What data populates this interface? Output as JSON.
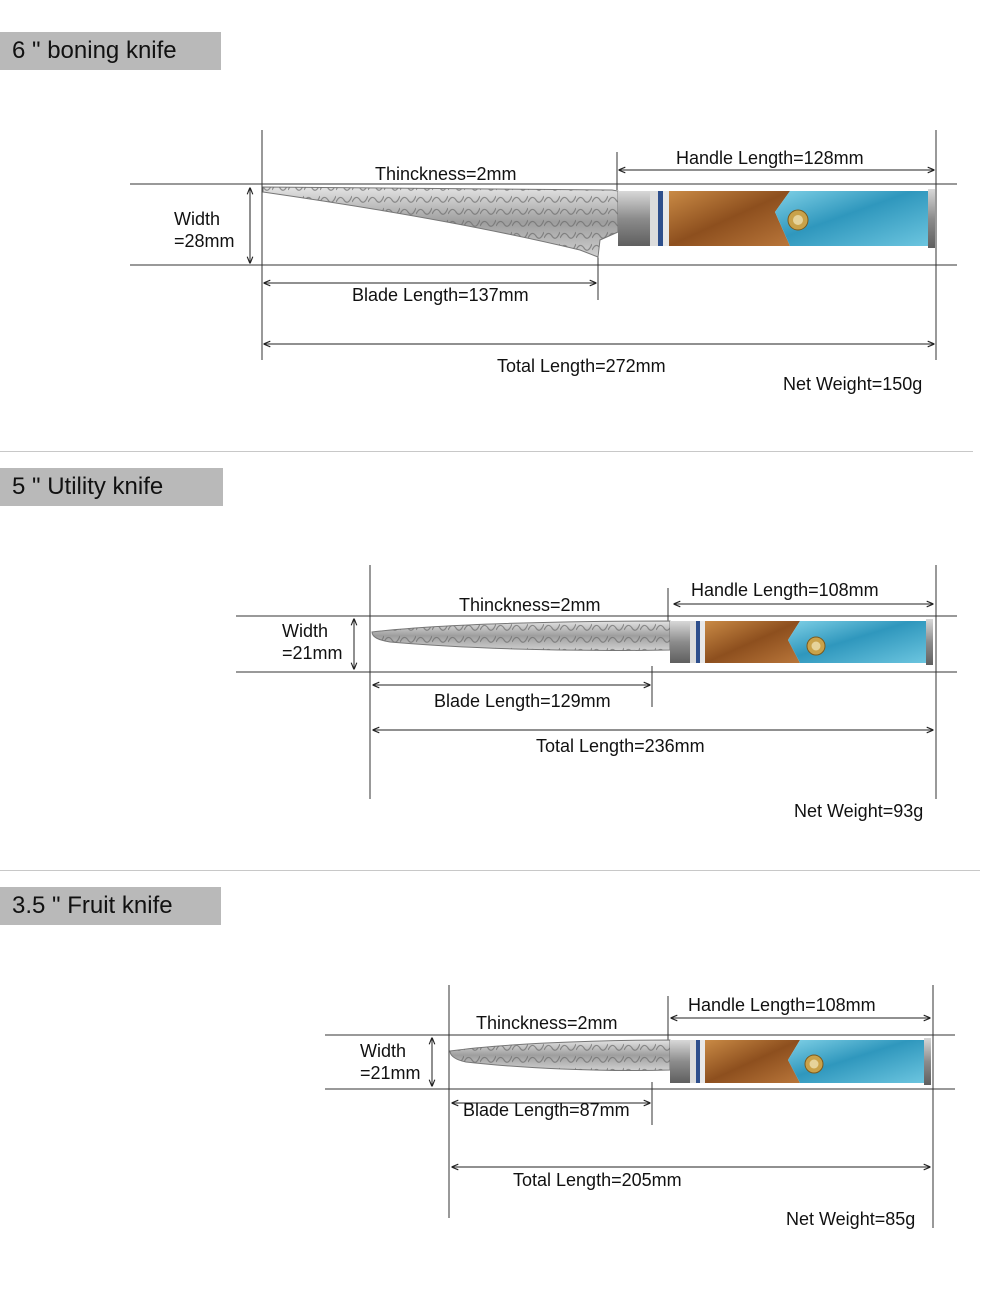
{
  "knives": [
    {
      "title": "6 \" boning knife",
      "thickness": "Thinckness=2mm",
      "handle_length": "Handle Length=128mm",
      "width_line1": "Width",
      "width_line2": "=28mm",
      "blade_length": "Blade Length=137mm",
      "total_length": "Total Length=272mm",
      "net_weight": "Net Weight=150g"
    },
    {
      "title": "5 \" Utility knife",
      "thickness": "Thinckness=2mm",
      "handle_length": "Handle Length=108mm",
      "width_line1": "Width",
      "width_line2": "=21mm",
      "blade_length": "Blade Length=129mm",
      "total_length": "Total Length=236mm",
      "net_weight": "Net Weight=93g"
    },
    {
      "title": "3.5 \" Fruit knife",
      "thickness": "Thinckness=2mm",
      "handle_length": "Handle Length=108mm",
      "width_line1": "Width",
      "width_line2": "=21mm",
      "blade_length": "Blade Length=87mm",
      "total_length": "Total Length=205mm",
      "net_weight": "Net Weight=85g"
    }
  ],
  "colors": {
    "title_bg": "#b9b9b9",
    "resin": "#3a9fc0",
    "wood": "#a9652a",
    "steel": "#9a9a9a"
  }
}
